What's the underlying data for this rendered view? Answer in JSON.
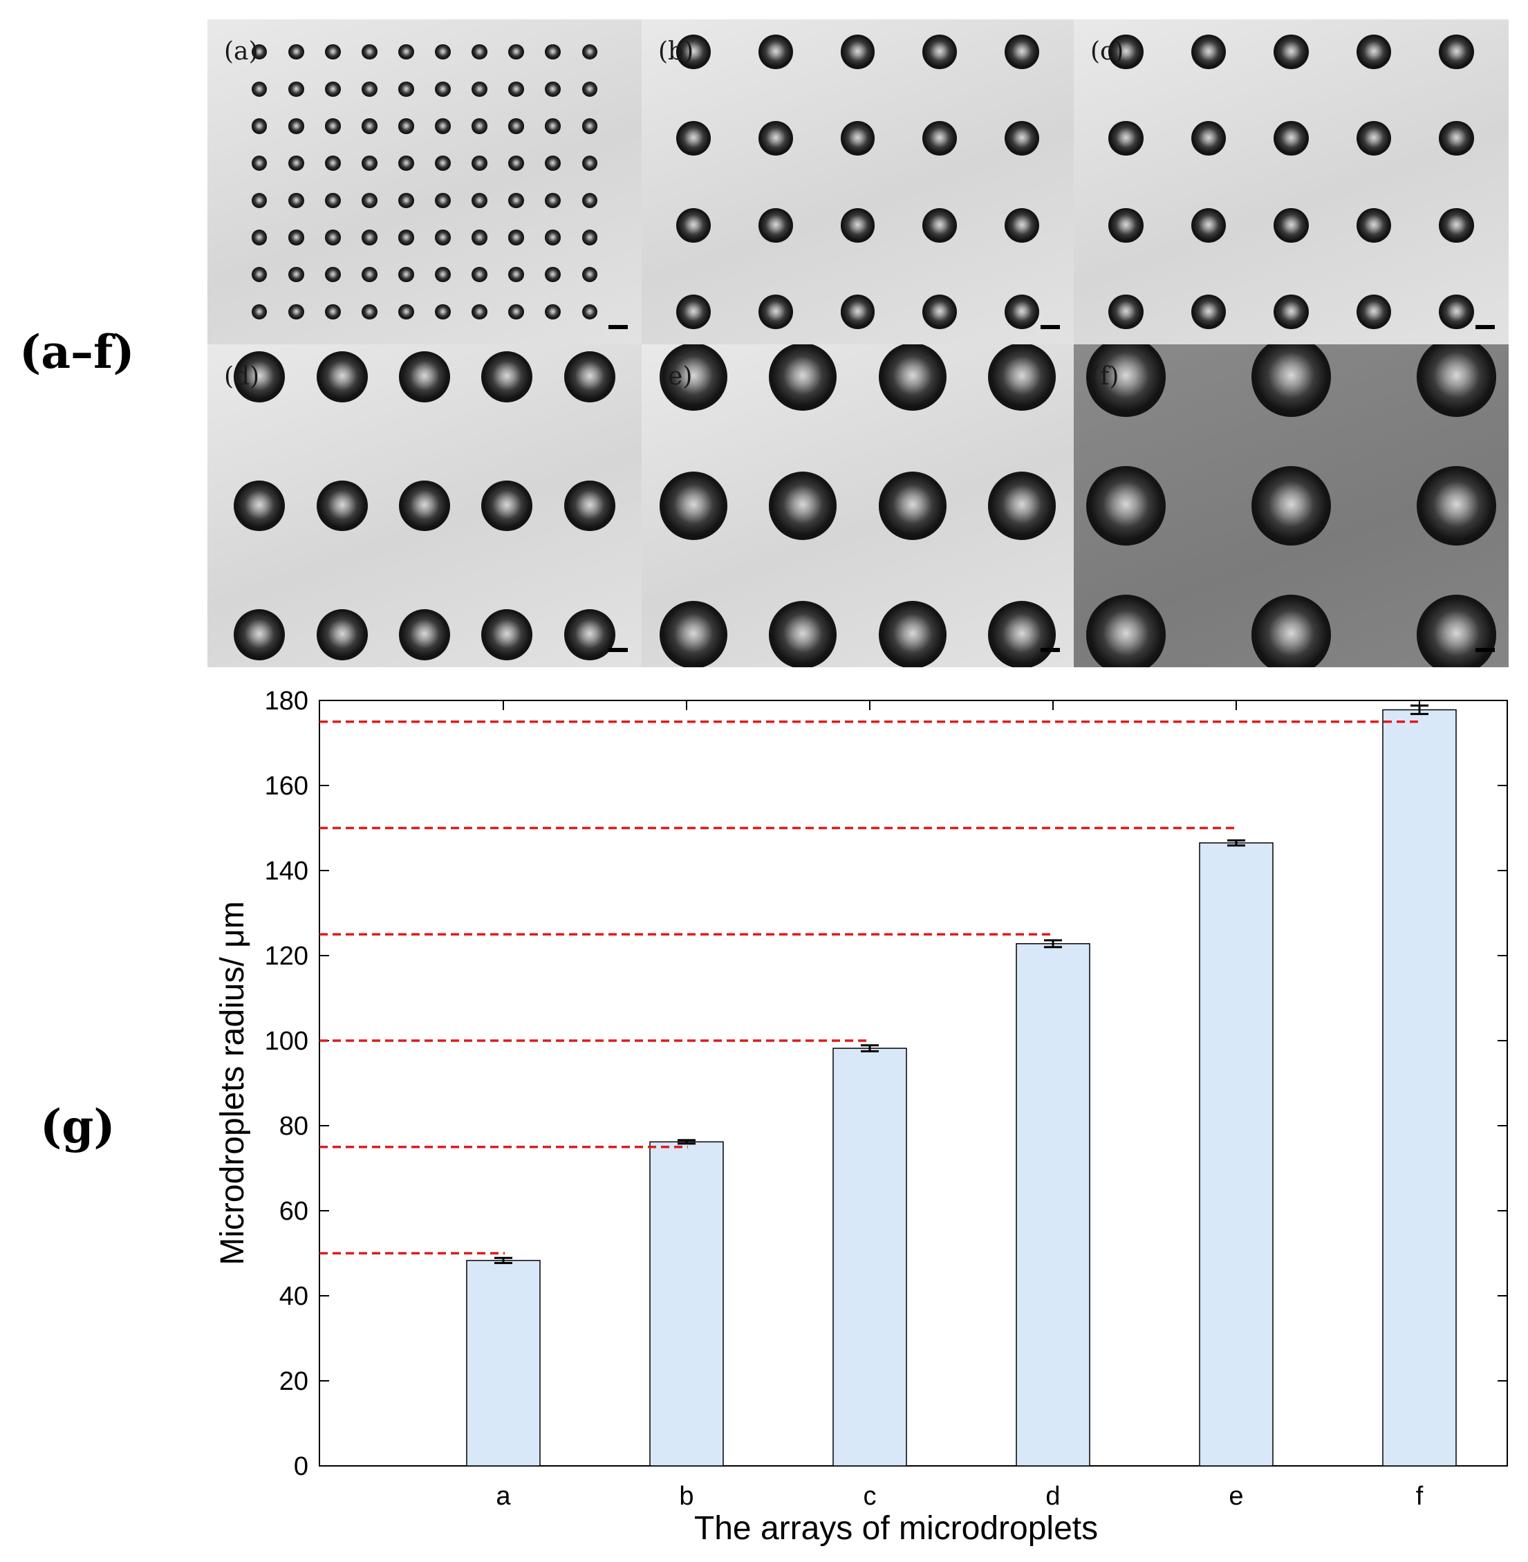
{
  "labels": {
    "top": "(a–f)",
    "bottom": "(g)"
  },
  "panels": [
    {
      "tag": "(a)",
      "cols": 10,
      "rows": 8,
      "tone": "light"
    },
    {
      "tag": "(b)",
      "cols": 5,
      "rows": 4,
      "tone": "light"
    },
    {
      "tag": "(c)",
      "cols": 5,
      "rows": 4,
      "tone": "light"
    },
    {
      "tag": "(d)",
      "cols": 5,
      "rows": 3,
      "tone": "light"
    },
    {
      "tag": "(e)",
      "cols": 4,
      "rows": 3,
      "tone": "light"
    },
    {
      "tag": "(f)",
      "cols": 3,
      "rows": 3,
      "tone": "dark"
    }
  ],
  "chart_data": {
    "type": "bar",
    "categories": [
      "a",
      "b",
      "c",
      "d",
      "e",
      "f"
    ],
    "values": [
      48.3,
      76.2,
      98.2,
      122.8,
      146.5,
      177.8
    ],
    "errors": [
      0.6,
      0.4,
      0.7,
      0.8,
      0.6,
      1.0
    ],
    "reference_lines": [
      50,
      75,
      100,
      125,
      150,
      175
    ],
    "xlabel": "The arrays of microdroplets",
    "ylabel": "Microdroplets radius/ μm",
    "ylim": [
      0,
      180
    ],
    "yticks": [
      0,
      20,
      40,
      60,
      80,
      100,
      120,
      140,
      160,
      180
    ],
    "bar_color": "#d9e8f8",
    "reference_line_color": "#e01b1b",
    "grid": false
  }
}
